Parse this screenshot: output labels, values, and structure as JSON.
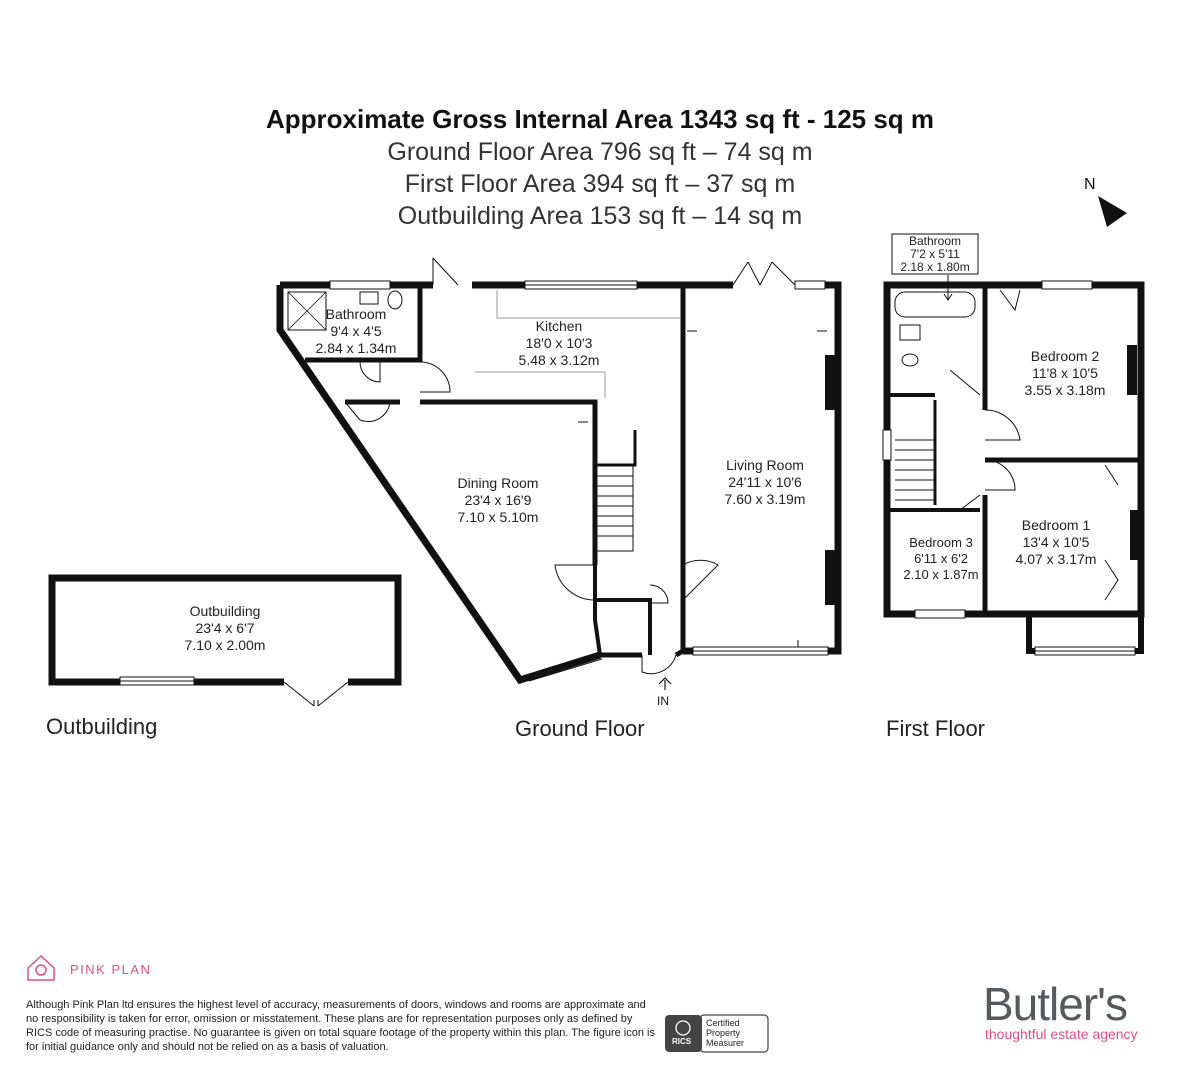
{
  "header": {
    "title": "Approximate Gross Internal Area 1343 sq ft - 125 sq m",
    "ground_floor_area": "Ground Floor Area 796 sq ft – 74 sq m",
    "first_floor_area": "First Floor Area 394 sq ft – 37 sq m",
    "outbuilding_area": "Outbuilding Area 153 sq ft – 14 sq m"
  },
  "north": "N",
  "entrance": "IN",
  "floors": {
    "outbuilding": "Outbuilding",
    "ground": "Ground Floor",
    "first": "First Floor"
  },
  "rooms": {
    "gf_bathroom": {
      "name": "Bathroom",
      "imperial": "9'4 x 4'5",
      "metric": "2.84 x 1.34m"
    },
    "kitchen": {
      "name": "Kitchen",
      "imperial": "18'0 x 10'3",
      "metric": "5.48 x 3.12m"
    },
    "dining": {
      "name": "Dining Room",
      "imperial": "23'4 x 16'9",
      "metric": "7.10 x 5.10m"
    },
    "living": {
      "name": "Living Room",
      "imperial": "24'11 x 10'6",
      "metric": "7.60 x 3.19m"
    },
    "outbuilding": {
      "name": "Outbuilding",
      "imperial": "23'4 x 6'7",
      "metric": "7.10 x 2.00m"
    },
    "ff_bathroom": {
      "name": "Bathroom",
      "imperial": "7'2 x 5'11",
      "metric": "2.18 x 1.80m"
    },
    "bedroom2": {
      "name": "Bedroom 2",
      "imperial": "11'8 x 10'5",
      "metric": "3.55 x 3.18m"
    },
    "bedroom1": {
      "name": "Bedroom 1",
      "imperial": "13'4 x 10'5",
      "metric": "4.07 x 3.17m"
    },
    "bedroom3": {
      "name": "Bedroom 3",
      "imperial": "6'11 x 6'2",
      "metric": "2.10 x 1.87m"
    }
  },
  "footer": {
    "pink_plan": "PINK PLAN",
    "disclaimer": "Although Pink Plan ltd ensures the highest level of accuracy, measurements of doors, windows and rooms are approximate and no responsibility is taken for error, omission or misstatement. These plans are for representation purposes only as defined by RICS code of measuring practise. No guarantee is given on total square footage of the property within this plan. The figure icon is for initial guidance only and should not be relied on as a basis of valuation.",
    "rics": "RICS",
    "rics_cert_1": "Certified",
    "rics_cert_2": "Property",
    "rics_cert_3": "Measurer",
    "brand": "Butler's",
    "tagline": "thoughtful estate agency"
  },
  "colors": {
    "wall": "#111111",
    "brand_pink": "#e0507f",
    "brand_grey": "#555a5e"
  }
}
